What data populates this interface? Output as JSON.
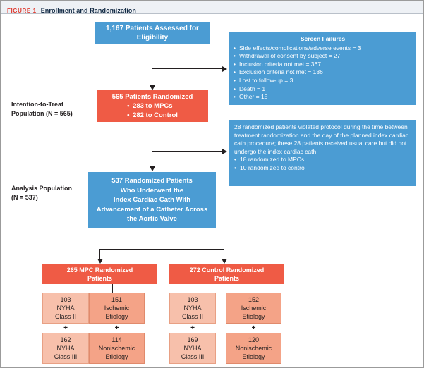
{
  "figure": {
    "label": "FIGURE 1",
    "title": "Enrollment and Randomization"
  },
  "colors": {
    "blue": "#4b9cd3",
    "red": "#ef5b45",
    "pink_light": "#f7c0ab",
    "pink": "#f4a387",
    "label_red": "#e03a2f",
    "title_navy": "#132b45",
    "line": "#231f20"
  },
  "side_labels": {
    "itt_line1": "Intention-to-Treat",
    "itt_line2": "Population (N = 565)",
    "analysis_line1": "Analysis Population",
    "analysis_line2": "(N = 537)"
  },
  "nodes": {
    "assessed": {
      "line1": "1,167 Patients Assessed for",
      "line2": "Eligibility"
    },
    "screen_failures": {
      "heading": "Screen Failures",
      "items": [
        "Side effects/complications/adverse events = 3",
        "Withdrawal of consent by subject = 27",
        "Inclusion criteria not met = 367",
        "Exclusion criteria not met = 186",
        "Lost to follow-up = 3",
        "Death = 1",
        "Other = 15"
      ]
    },
    "randomized": {
      "heading": "565 Patients Randomized",
      "items": [
        "283 to MPCs",
        "282 to Control"
      ]
    },
    "protocol_violation": {
      "paragraph": "28 randomized patients violated protocol during the time between treatment randomization and the day of the planned index cardiac cath procedure; these 28 patients received usual care but did not undergo the index cardiac cath:",
      "items": [
        "18 randomized to MPCs",
        "10 randomized to control"
      ]
    },
    "analysis_population": {
      "line1": "537 Randomized Patients",
      "line2": "Who Underwent the",
      "line3": "Index Cardiac Cath With",
      "line4": "Advancement of a Catheter Across",
      "line5": "the Aortic Valve"
    },
    "mpc_group": {
      "line1": "265 MPC Randomized",
      "line2": "Patients"
    },
    "control_group": {
      "line1": "272 Control Randomized",
      "line2": "Patients"
    },
    "mpc_nyha2": {
      "line1": "103",
      "line2": "NYHA",
      "line3": "Class II"
    },
    "mpc_nyha3": {
      "line1": "162",
      "line2": "NYHA",
      "line3": "Class III"
    },
    "mpc_ischemic": {
      "line1": "151",
      "line2": "Ischemic",
      "line3": "Etiology"
    },
    "mpc_nonischemic": {
      "line1": "114",
      "line2": "Nonischemic",
      "line3": "Etiology"
    },
    "control_nyha2": {
      "line1": "103",
      "line2": "NYHA",
      "line3": "Class II"
    },
    "control_nyha3": {
      "line1": "169",
      "line2": "NYHA",
      "line3": "Class III"
    },
    "control_ischemic": {
      "line1": "152",
      "line2": "Ischemic",
      "line3": "Etiology"
    },
    "control_nonischemic": {
      "line1": "120",
      "line2": "Nonischemic",
      "line3": "Etiology"
    },
    "plus_sign": "+"
  }
}
